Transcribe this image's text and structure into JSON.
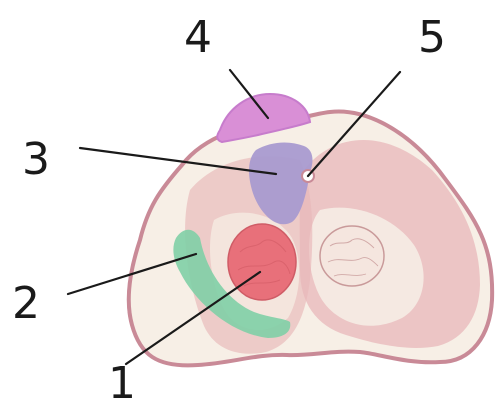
{
  "diagram": {
    "labels": [
      "1",
      "2",
      "3",
      "4",
      "5"
    ],
    "colors": {
      "section_outline": "#c98a97",
      "section_fill": "#f7efe6",
      "pink_tissue": "#e8b7b9",
      "red_nucleus": "#e8707a",
      "green_band": "#7fcfa6",
      "purple_region": "#a99ad0",
      "magenta_cap": "#d98fd6"
    }
  }
}
